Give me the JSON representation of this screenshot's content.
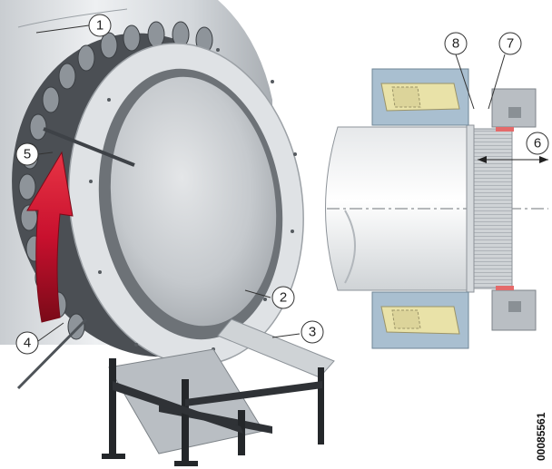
{
  "callouts": [
    {
      "label": "1"
    },
    {
      "label": "2"
    },
    {
      "label": "3"
    },
    {
      "label": "4"
    },
    {
      "label": "5"
    },
    {
      "label": "6"
    },
    {
      "label": "7"
    },
    {
      "label": "8"
    }
  ],
  "reference_code": "00085561",
  "colors": {
    "arrow_red": "#c8102e",
    "steel_light": "#e2e5e8",
    "steel_mid": "#b9bec3",
    "steel_dark": "#8d9399",
    "bearing_blue": "#a9bfd0",
    "roller_yellow": "#e9e2a8",
    "seal_red": "#e46a6a"
  }
}
